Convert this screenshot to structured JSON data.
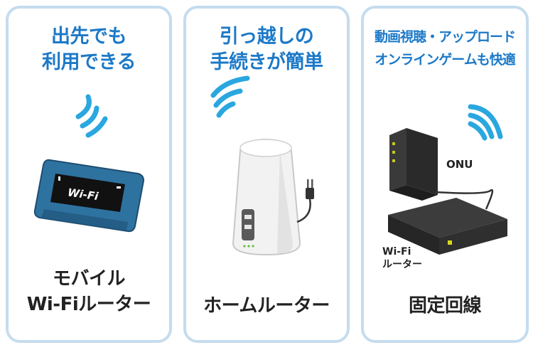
{
  "cards": [
    {
      "heading_line1": "出先でも",
      "heading_line2": "利用できる",
      "device_screen_text": "Wi-Fi",
      "caption_line1": "モバイル",
      "caption_line2": "Wi-Fiルーター"
    },
    {
      "heading_line1": "引っ越しの",
      "heading_line2": "手続きが簡単",
      "caption": "ホームルーター"
    },
    {
      "heading_line1": "動画視聴・アップロード",
      "heading_line2": "オンラインゲームも快適",
      "onu_label": "ONU",
      "router_label_line1": "Wi-Fi",
      "router_label_line2": "ルーター",
      "caption": "固定回線"
    }
  ],
  "colors": {
    "heading": "#1c79c8",
    "card_border": "#c5dcee",
    "wifi_signal": "#2aa7e0",
    "mobile_router_body": "#2e72a0"
  },
  "icons": [
    "wifi-signal-icon",
    "mobile-router-icon",
    "home-router-icon",
    "power-plug-icon",
    "onu-device-icon",
    "fixed-router-icon"
  ]
}
